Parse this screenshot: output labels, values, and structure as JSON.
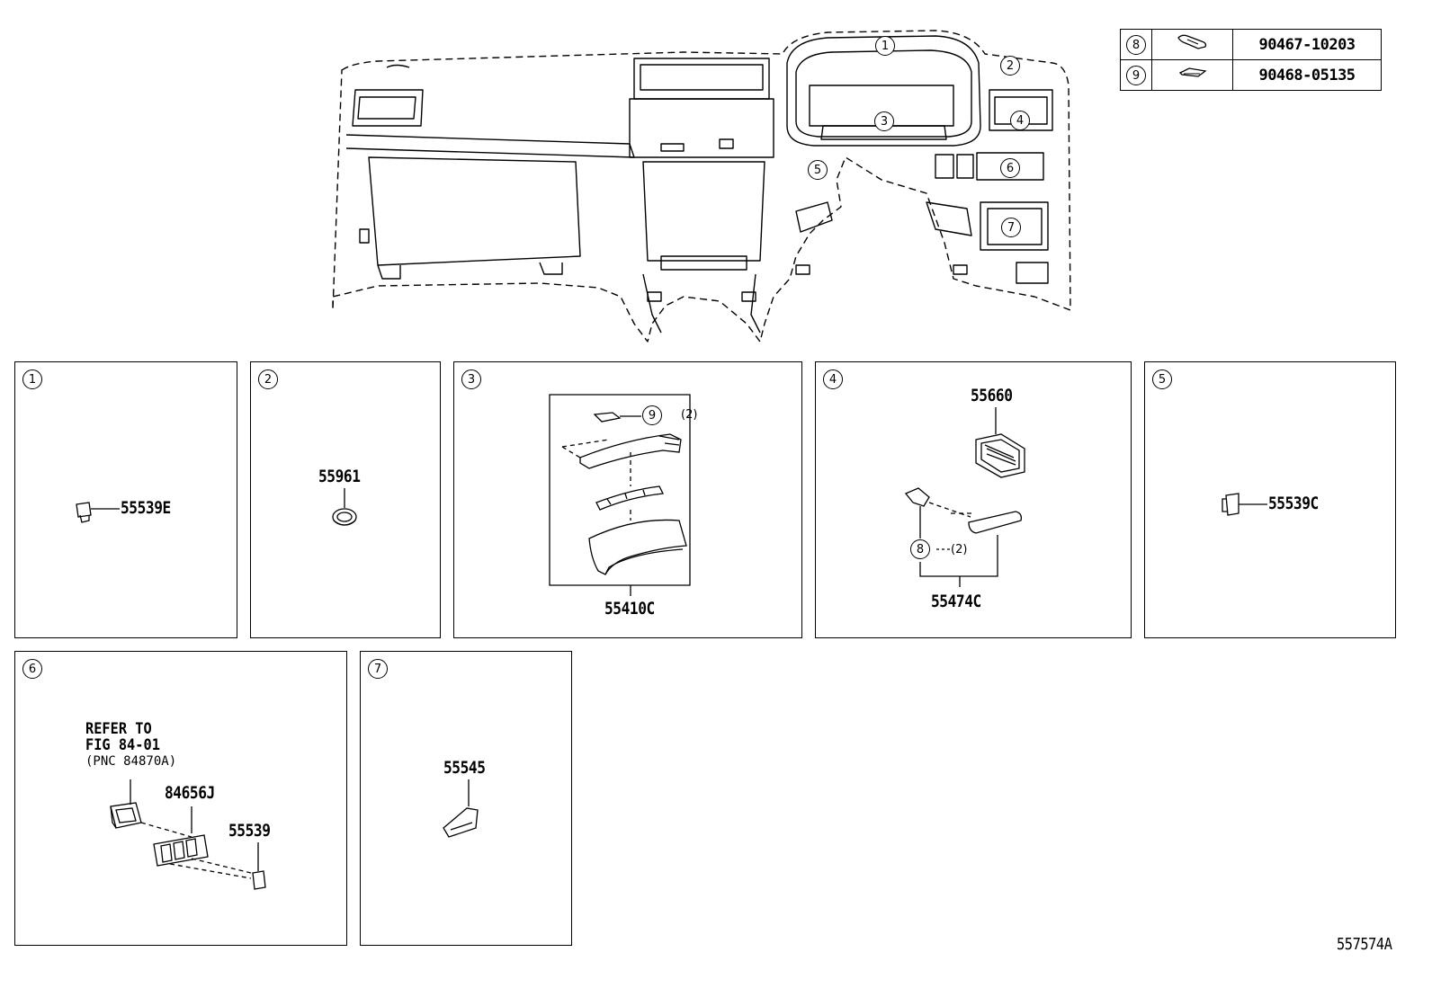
{
  "overview": {
    "callouts": [
      "1",
      "2",
      "3",
      "4",
      "5",
      "6",
      "7"
    ]
  },
  "legend": [
    {
      "key": "8",
      "part_no": "90467-10203",
      "icon": "clip-icon"
    },
    {
      "key": "9",
      "part_no": "90468-05135",
      "icon": "clip-flat-icon"
    }
  ],
  "panels": {
    "p1": {
      "number": "1",
      "part": "55539E"
    },
    "p2": {
      "number": "2",
      "part": "55961"
    },
    "p3": {
      "number": "3",
      "part": "55410C",
      "callout": "9",
      "qty": "(2)"
    },
    "p4": {
      "number": "4",
      "part_top": "55660",
      "part_bottom": "55474C",
      "callout": "8",
      "qty": "(2)"
    },
    "p5": {
      "number": "5",
      "part": "55539C"
    },
    "p6": {
      "number": "6",
      "note_line1": "REFER TO",
      "note_line2": "FIG 84-01",
      "note_line3": "(PNC 84870A)",
      "part_a": "84656J",
      "part_b": "55539"
    },
    "p7": {
      "number": "7",
      "part": "55545"
    }
  },
  "footer": {
    "code": "557574A"
  }
}
